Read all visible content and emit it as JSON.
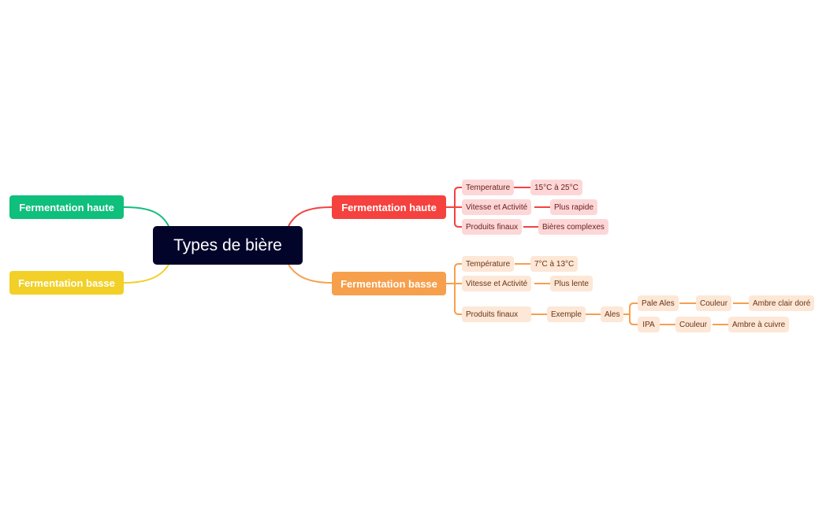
{
  "colors": {
    "root": "#02042a",
    "green": "#0fbf7c",
    "yellow": "#f2d027",
    "red": "#f5423f",
    "orange": "#f6a04d",
    "red_leaf": "#fdd7d7",
    "orange_leaf": "#fde7d6"
  },
  "root": {
    "label": "Types de bière"
  },
  "left_branches": [
    {
      "label": "Fermentation haute",
      "color": "#0fbf7c"
    },
    {
      "label": "Fermentation basse",
      "color": "#f2d027"
    }
  ],
  "right_branches": [
    {
      "label": "Fermentation haute",
      "color": "#f5423f",
      "children": [
        {
          "label": "Temperature",
          "child": "15°C à 25°C"
        },
        {
          "label": "Vitesse et Activité",
          "child": "Plus rapide"
        },
        {
          "label": "Produits finaux",
          "child": "Bières complexes"
        }
      ]
    },
    {
      "label": "Fermentation basse",
      "color": "#f6a04d",
      "children": [
        {
          "label": "Température",
          "child": "7°C à 13°C"
        },
        {
          "label": "Vitesse et Activité",
          "child": "Plus lente"
        },
        {
          "label": "Produits finaux",
          "child": "Exemple",
          "grandchild": "Ales",
          "examples": [
            {
              "label": "Pale Ales",
              "attr": "Couleur",
              "value": "Ambre clair doré"
            },
            {
              "label": "IPA",
              "attr": "Couleur",
              "value": "Ambre à cuivre"
            }
          ]
        }
      ]
    }
  ]
}
